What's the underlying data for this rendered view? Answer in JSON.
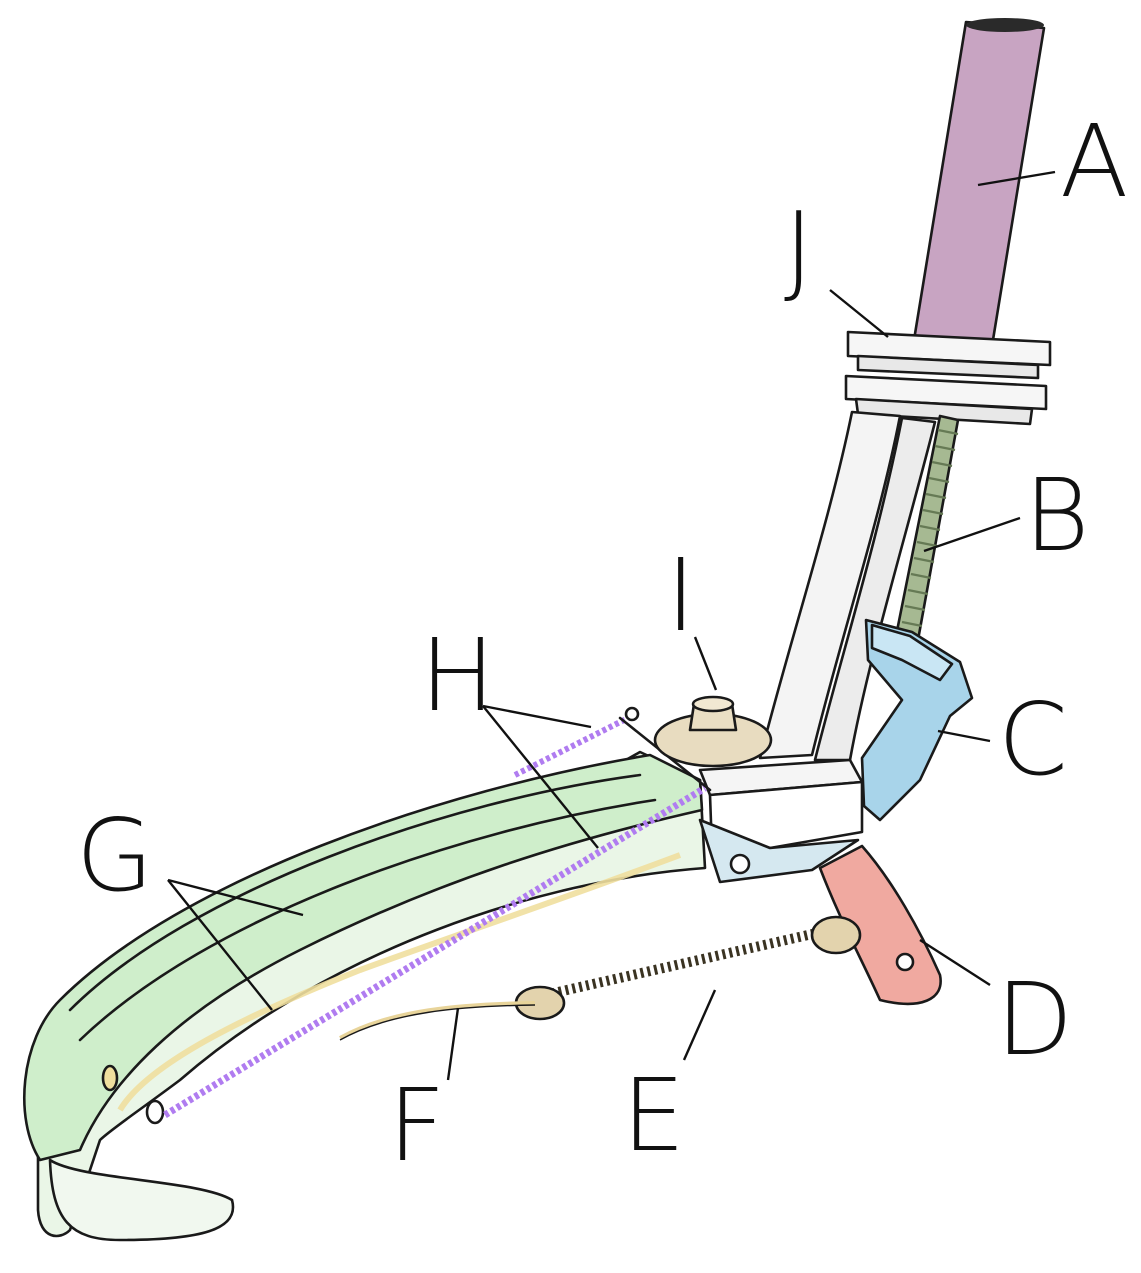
{
  "labels": {
    "A": "A",
    "B": "B",
    "C": "C",
    "D": "D",
    "E": "E",
    "F": "F",
    "G": "G",
    "H": "H",
    "I": "I",
    "J": "J"
  },
  "colors": {
    "shaft": "#c8a4c2",
    "threaded_rod": "#9fb38d",
    "link": "#a8d4ea",
    "lever": "#f0a9a0",
    "compression_spring": "#3a3322",
    "spring_caps": "#e3d3ad",
    "cable": "#e8d49a",
    "body": "#cfeecb",
    "extension_springs": "#b07cf0",
    "knob": "#e8dcc0",
    "clamp": "#f4f4f4"
  }
}
